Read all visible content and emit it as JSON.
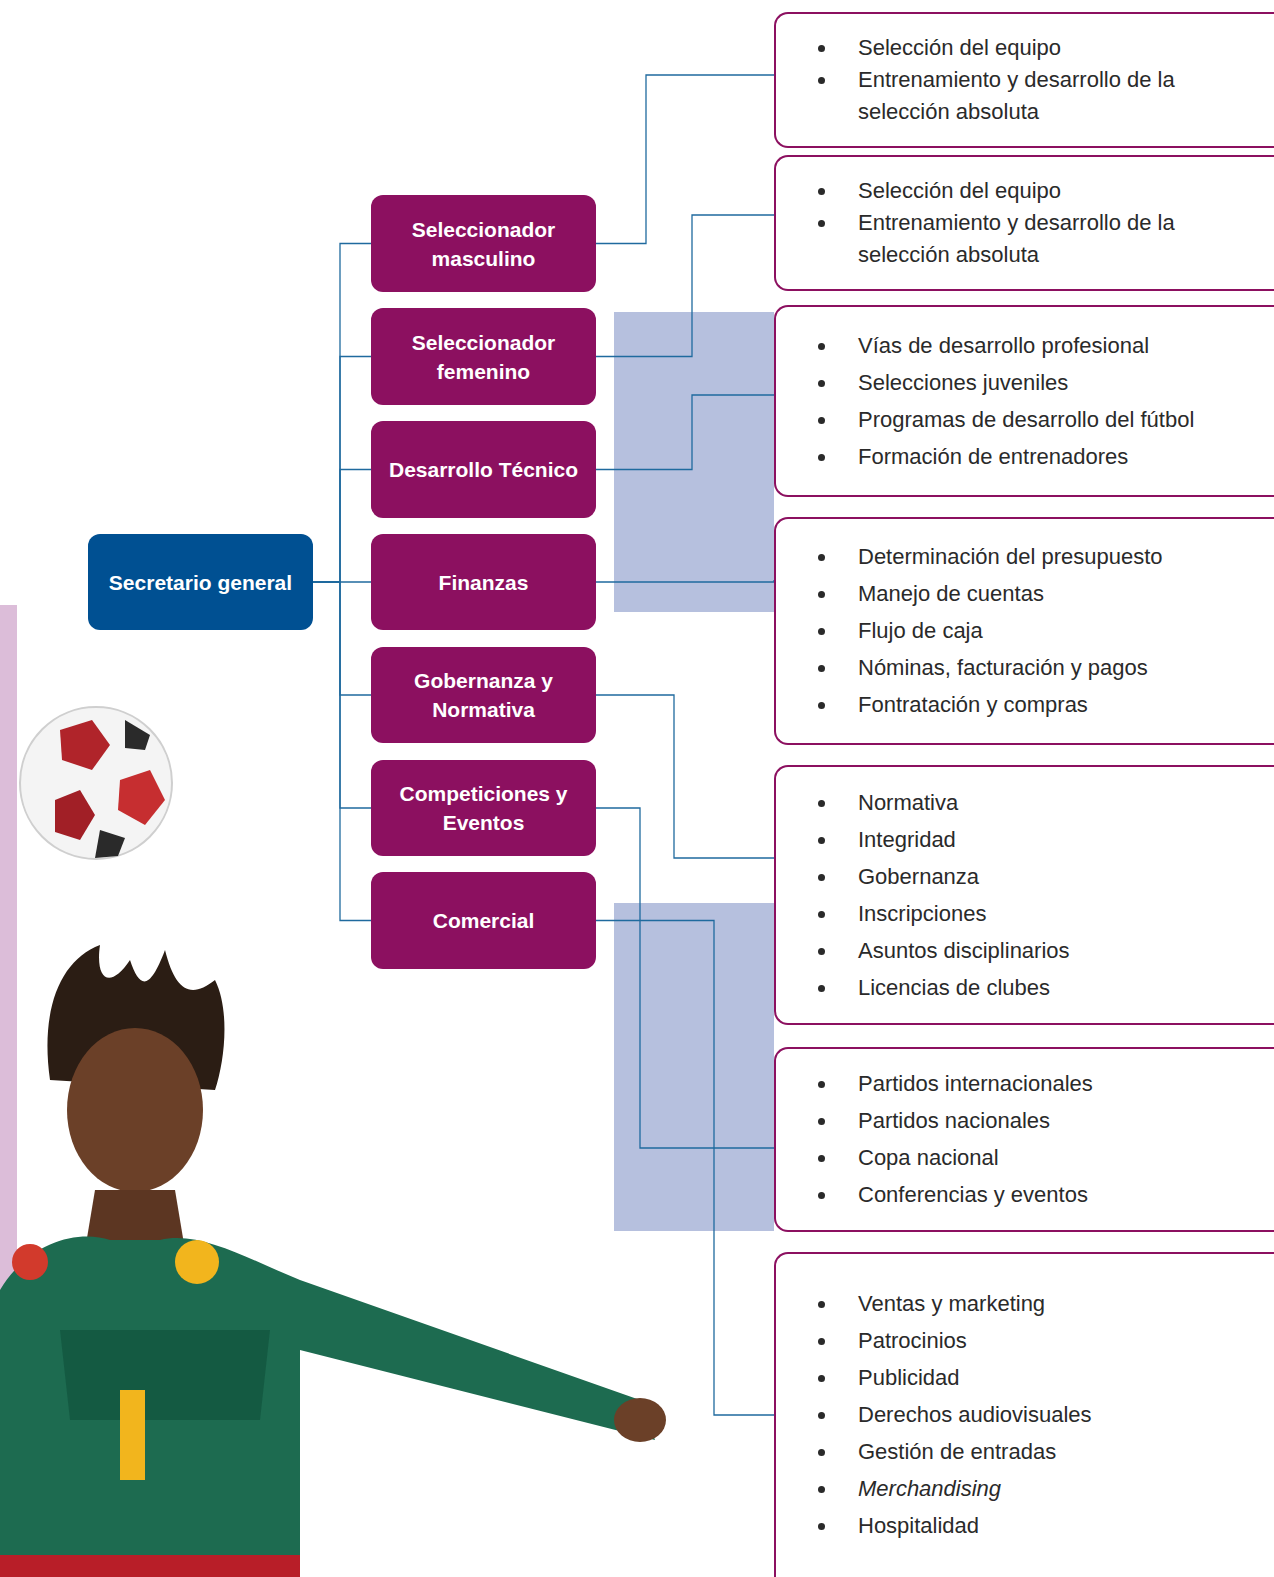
{
  "diagram": {
    "nodes": [
      {
        "text": [
          "Secretario general"
        ]
      },
      {
        "text": [
          "Seleccionador masculino"
        ]
      },
      {
        "text": [
          "Seleccionador femenino"
        ]
      },
      {
        "text": [
          "Desarrollo Técnico"
        ]
      },
      {
        "text": [
          "Finanzas"
        ]
      },
      {
        "text": [
          "Gobernanza y Normativa"
        ]
      },
      {
        "text": [
          "Competiciones y Eventos"
        ]
      },
      {
        "text": [
          "Comercial"
        ]
      },
      {
        "text": [
          "Selección del equipo",
          "Entrenamiento y desarrollo de la selección absoluta"
        ]
      },
      {
        "text": [
          "Selección del equipo",
          "Entrenamiento y desarrollo de la selección absoluta"
        ]
      },
      {
        "text": [
          "Vías de desarrollo profesional",
          "Selecciones juveniles",
          "Programas de desarrollo del fútbol",
          "Formación de entrenadores"
        ]
      },
      {
        "text": [
          "Determinación del presupuesto",
          "Manejo de cuentas",
          "Flujo de caja",
          "Nóminas, facturación y pagos",
          "Fontratación y compras"
        ]
      },
      {
        "text": [
          "Normativa",
          "Integridad",
          "Gobernanza",
          "Inscripciones",
          "Asuntos disciplinarios",
          "Licencias de clubes"
        ]
      },
      {
        "text": [
          "Partidos internacionales",
          "Partidos nacionales",
          "Copa nacional",
          "Conferencias y eventos"
        ]
      },
      {
        "text": [
          "Ventas y marketing",
          "Patrocinios",
          "Publicidad",
          "Derechos audiovisuales",
          "Gestión de entradas",
          "Merchandising",
          "Hospitalidad"
        ]
      }
    ],
    "edges": [
      {
        "from": 0,
        "to": 1,
        "arrow": "none"
      },
      {
        "from": 0,
        "to": 2,
        "arrow": "none"
      },
      {
        "from": 0,
        "to": 3,
        "arrow": "none"
      },
      {
        "from": 0,
        "to": 4,
        "arrow": "none"
      },
      {
        "from": 0,
        "to": 5,
        "arrow": "none"
      },
      {
        "from": 0,
        "to": 6,
        "arrow": "none"
      },
      {
        "from": 0,
        "to": 7,
        "arrow": "none"
      },
      {
        "from": 1,
        "to": 8,
        "arrow": "none"
      },
      {
        "from": 2,
        "to": 9,
        "arrow": "none"
      },
      {
        "from": 3,
        "to": 10,
        "arrow": "none"
      },
      {
        "from": 4,
        "to": 11,
        "arrow": "none"
      },
      {
        "from": 5,
        "to": 12,
        "arrow": "none"
      },
      {
        "from": 6,
        "to": 13,
        "arrow": "none"
      },
      {
        "from": 7,
        "to": 14,
        "arrow": "none"
      }
    ]
  }
}
